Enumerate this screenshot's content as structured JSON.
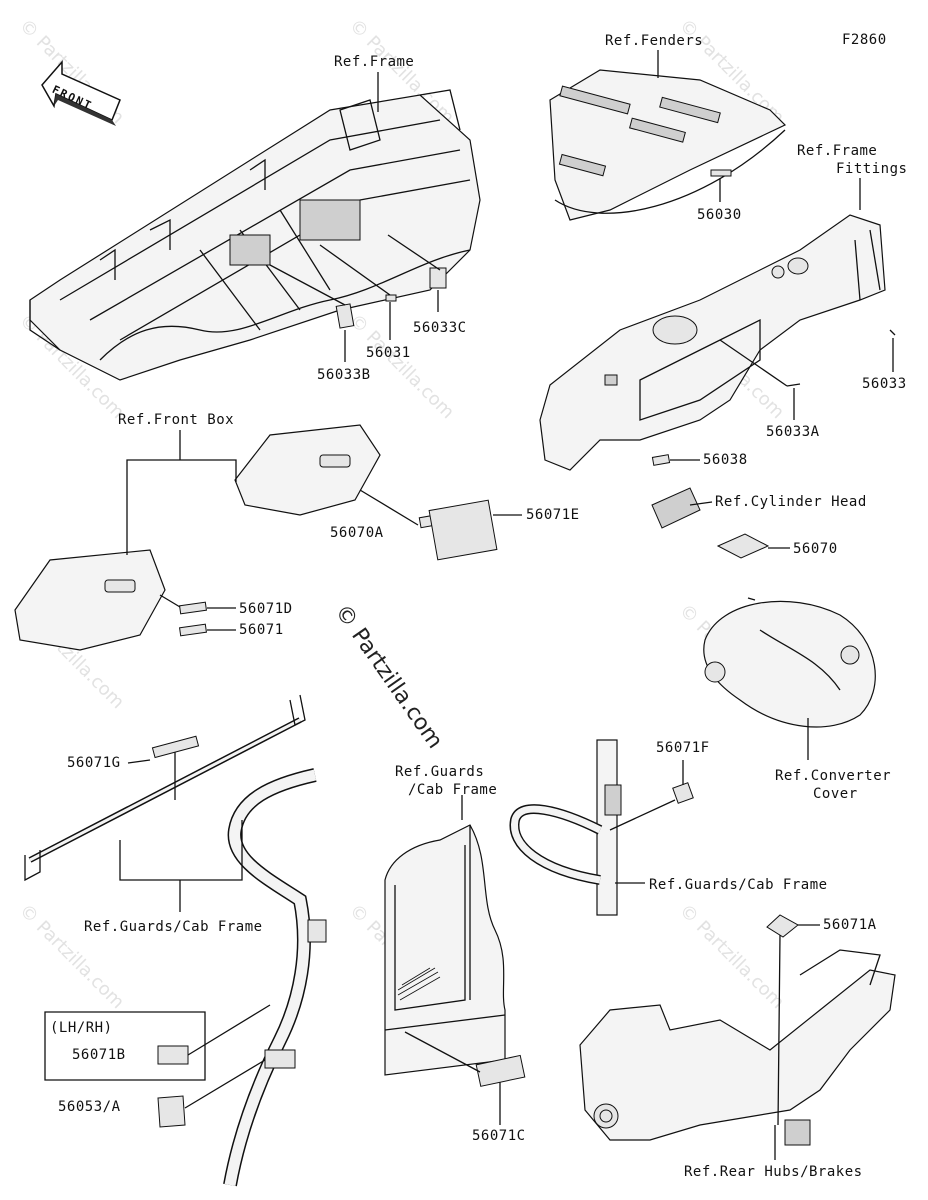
{
  "diagram_id": "F2860",
  "front_arrow": "FRONT",
  "center_watermark": "© Partzilla.com",
  "watermark": "© Partzilla.com",
  "labels": {
    "ref_frame": "Ref.Frame",
    "ref_fenders": "Ref.Fenders",
    "ref_frame_fittings_1": "Ref.Frame",
    "ref_frame_fittings_2": "Fittings",
    "p56030": "56030",
    "p56033c": "56033C",
    "p56031": "56031",
    "p56033b": "56033B",
    "p56033": "56033",
    "p56033a": "56033A",
    "ref_front_box": "Ref.Front Box",
    "p56071e": "56071E",
    "p56070a": "56070A",
    "p56071d": "56071D",
    "p56071": "56071",
    "p56038": "56038",
    "ref_cylinder_head": "Ref.Cylinder Head",
    "p56070": "56070",
    "ref_converter_cover_1": "Ref.Converter",
    "ref_converter_cover_2": "Cover",
    "p56071g": "56071G",
    "ref_guards_cab_1": "Ref.Guards",
    "ref_guards_cab_2": "/Cab Frame",
    "p56071f": "56071F",
    "ref_guards_cab_frame_right": "Ref.Guards/Cab Frame",
    "ref_guards_cab_frame_left": "Ref.Guards/Cab Frame",
    "lh_rh": "(LH/RH)",
    "p56071b": "56071B",
    "p56053a": "56053/A",
    "p56071c": "56071C",
    "p56071a": "56071A",
    "ref_rear_hubs_brakes": "Ref.Rear Hubs/Brakes"
  }
}
